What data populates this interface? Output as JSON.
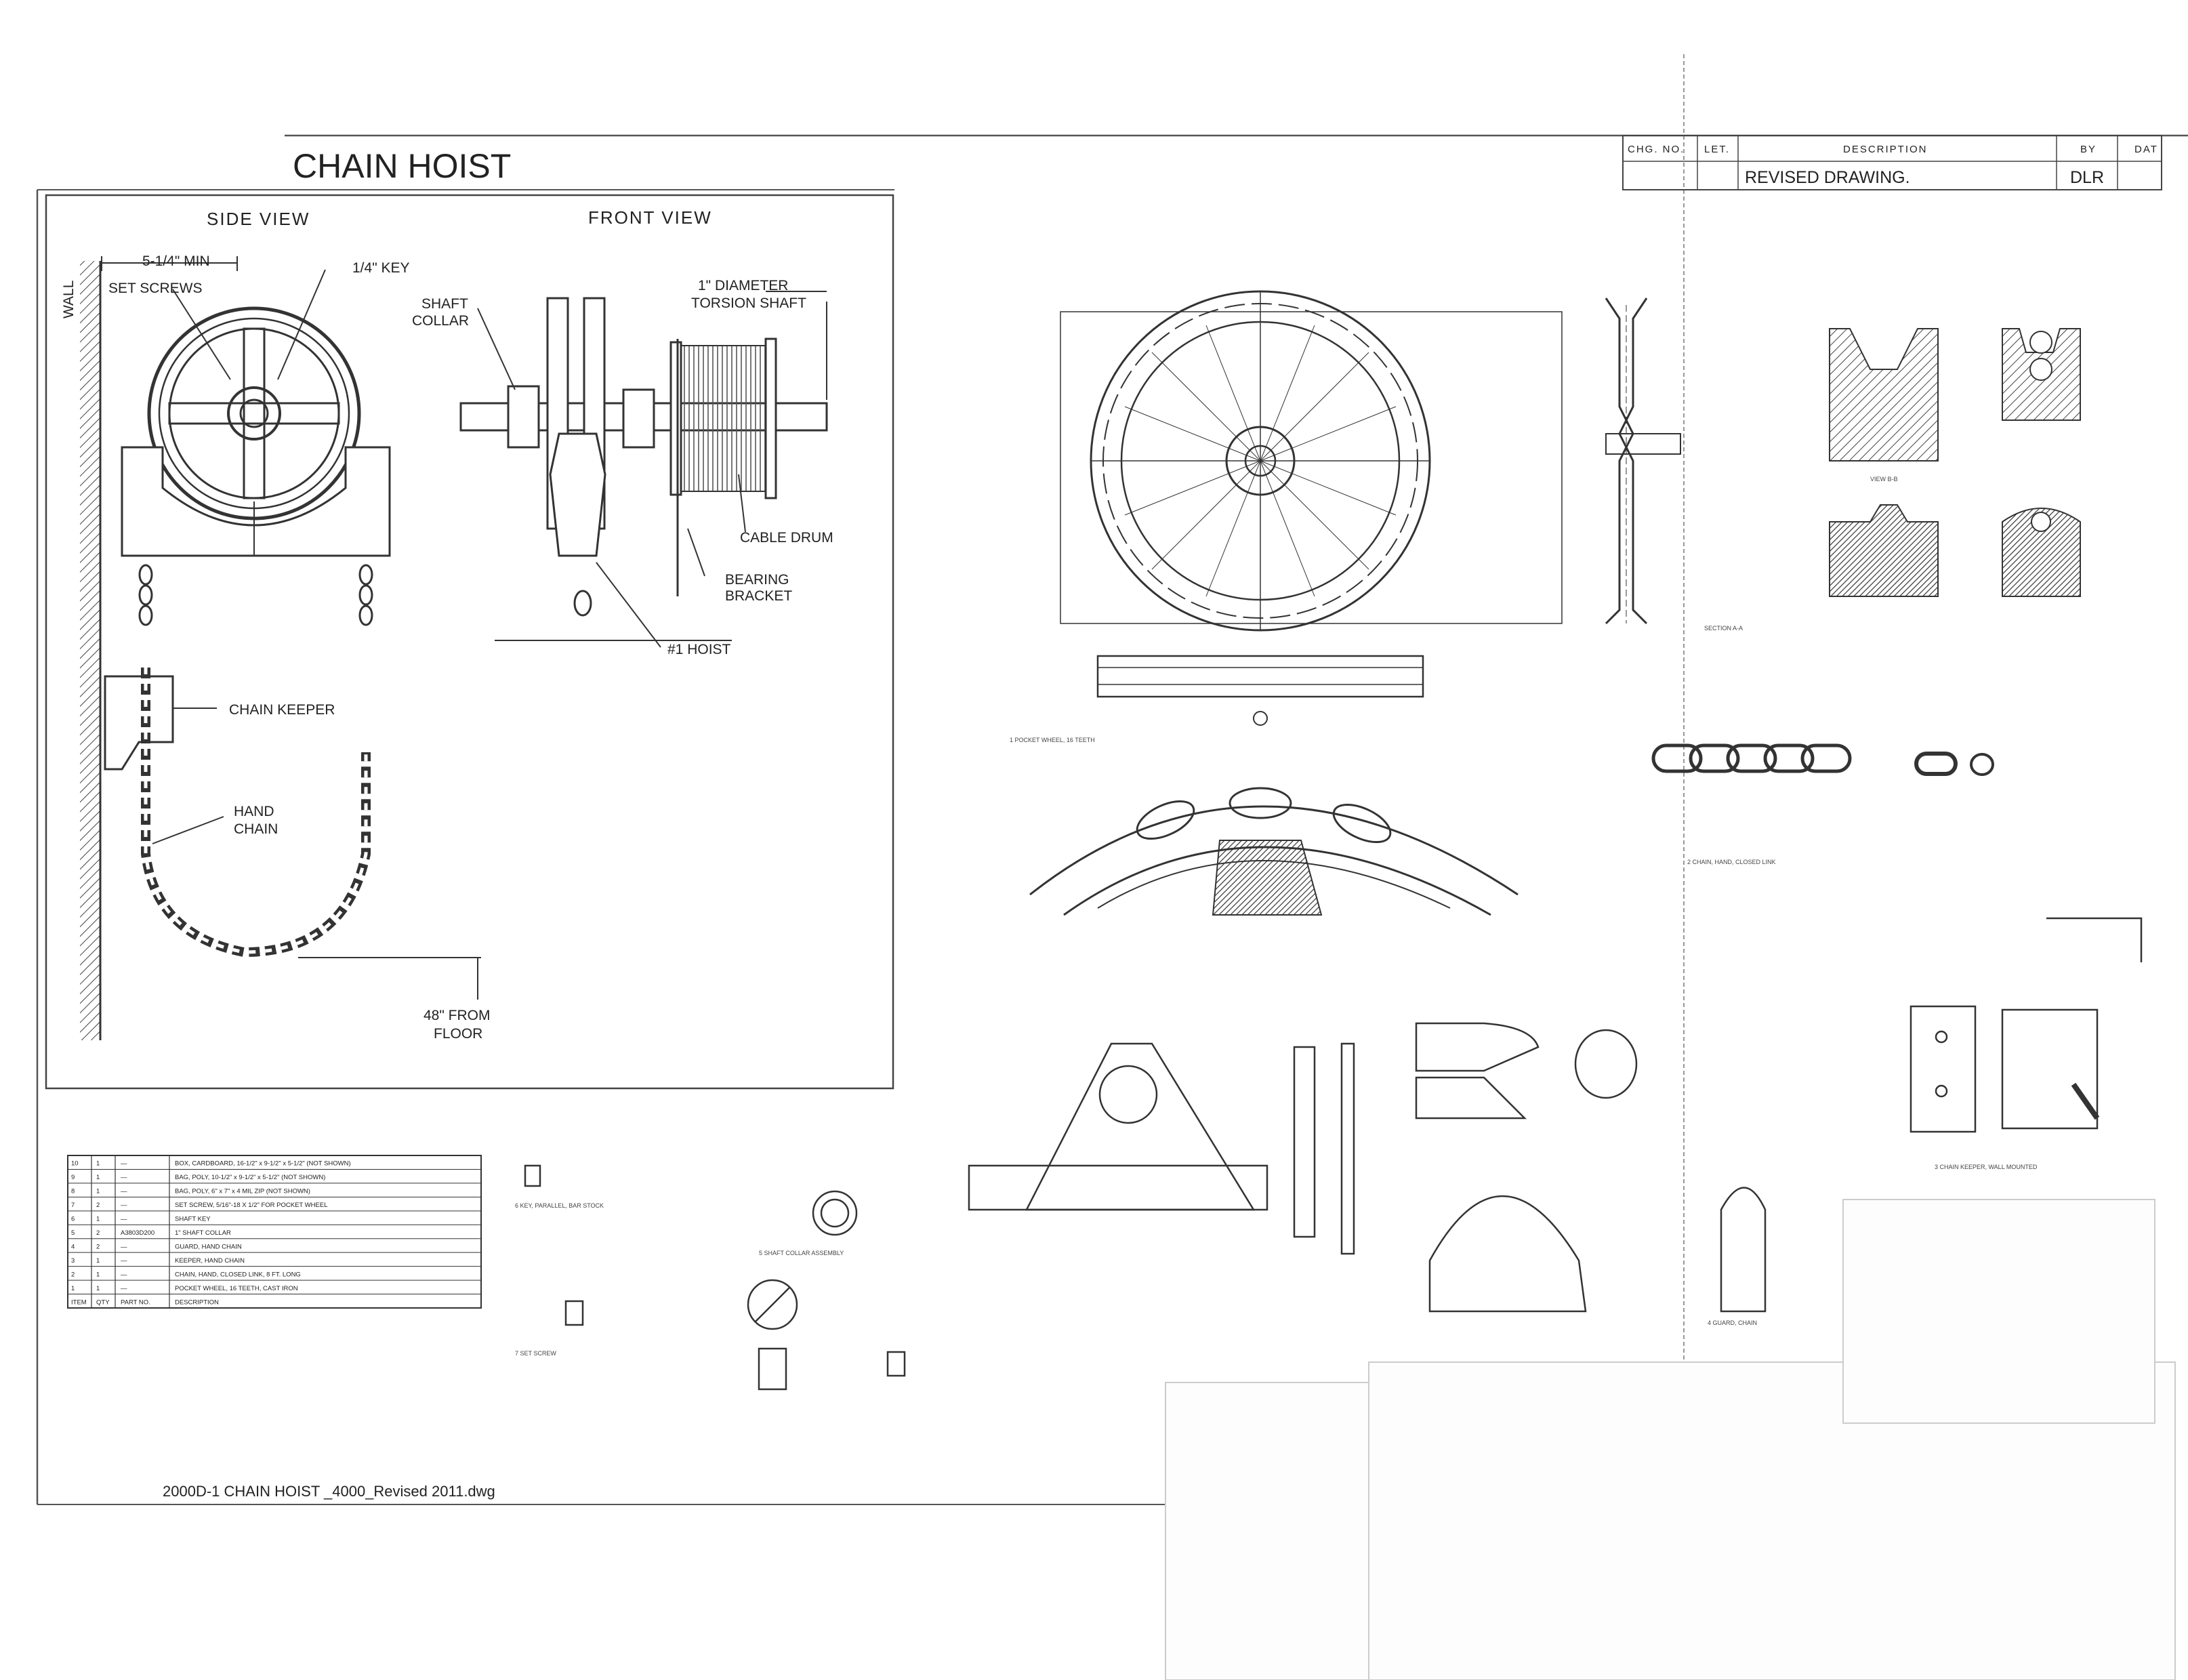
{
  "title": "CHAIN HOIST",
  "revision_block": {
    "headers": [
      "CHG. NO.",
      "LET.",
      "DESCRIPTION",
      "BY",
      "DAT"
    ],
    "row": {
      "chg_no": "",
      "let": "",
      "description": "REVISED DRAWING.",
      "by": "DLR",
      "date": ""
    }
  },
  "views": {
    "side": "SIDE VIEW",
    "front": "FRONT VIEW"
  },
  "side_view_labels": {
    "wall": "WALL",
    "min_clearance": "5-1/4\" MIN",
    "set_screws": "SET SCREWS",
    "key": "1/4\" KEY",
    "chain_keeper": "CHAIN KEEPER",
    "hand_chain_1": "HAND",
    "hand_chain_2": "CHAIN",
    "from_floor_1": "48\" FROM",
    "from_floor_2": "FLOOR"
  },
  "front_view_labels": {
    "shaft_collar_1": "SHAFT",
    "shaft_collar_2": "COLLAR",
    "torsion_1": "1\" DIAMETER",
    "torsion_2": "TORSION SHAFT",
    "cable_drum": "CABLE DRUM",
    "bearing_1": "BEARING",
    "bearing_2": "BRACKET",
    "hoist": "#1 HOIST"
  },
  "bill_of_materials": {
    "rows": [
      {
        "item": "10",
        "qty": "1",
        "part": "—",
        "desc": "BOX, CARDBOARD, 16-1/2\" x 9-1/2\" x 5-1/2\" (NOT SHOWN)"
      },
      {
        "item": "9",
        "qty": "1",
        "part": "—",
        "desc": "BAG, POLY, 10-1/2\" x 9-1/2\" x 5-1/2\" (NOT SHOWN)"
      },
      {
        "item": "8",
        "qty": "1",
        "part": "—",
        "desc": "BAG, POLY, 6\" x 7\" x 4 MIL ZIP (NOT SHOWN)"
      },
      {
        "item": "7",
        "qty": "2",
        "part": "—",
        "desc": "SET SCREW, 5/16\"-18 X 1/2\" FOR POCKET WHEEL"
      },
      {
        "item": "6",
        "qty": "1",
        "part": "—",
        "desc": "SHAFT KEY"
      },
      {
        "item": "5",
        "qty": "2",
        "part": "A3803D200",
        "desc": "1\" SHAFT COLLAR"
      },
      {
        "item": "4",
        "qty": "2",
        "part": "—",
        "desc": "GUARD, HAND CHAIN"
      },
      {
        "item": "3",
        "qty": "1",
        "part": "—",
        "desc": "KEEPER, HAND CHAIN"
      },
      {
        "item": "2",
        "qty": "1",
        "part": "—",
        "desc": "CHAIN, HAND, CLOSED LINK, 8 FT. LONG"
      },
      {
        "item": "1",
        "qty": "1",
        "part": "—",
        "desc": "POCKET WHEEL, 16 TEETH, CAST IRON"
      }
    ],
    "footer": {
      "item": "ITEM",
      "qty": "QTY",
      "part": "PART NO.",
      "desc": "DESCRIPTION"
    }
  },
  "detail_labels": {
    "pocket_wheel": "1  POCKET WHEEL, 16 TEETH",
    "chain_link": "2  CHAIN, HAND, CLOSED LINK",
    "chain_keeper": "3  CHAIN KEEPER, WALL MOUNTED",
    "guard": "4  GUARD, CHAIN",
    "shaft_collar": "5  SHAFT COLLAR ASSEMBLY",
    "key": "6  KEY, PARALLEL, BAR STOCK",
    "set_screw": "7  SET SCREW",
    "section_aa": "SECTION A-A",
    "view_bb": "VIEW B-B"
  },
  "file_name": "2000D-1 CHAIN HOIST _4000_Revised 2011.dwg"
}
